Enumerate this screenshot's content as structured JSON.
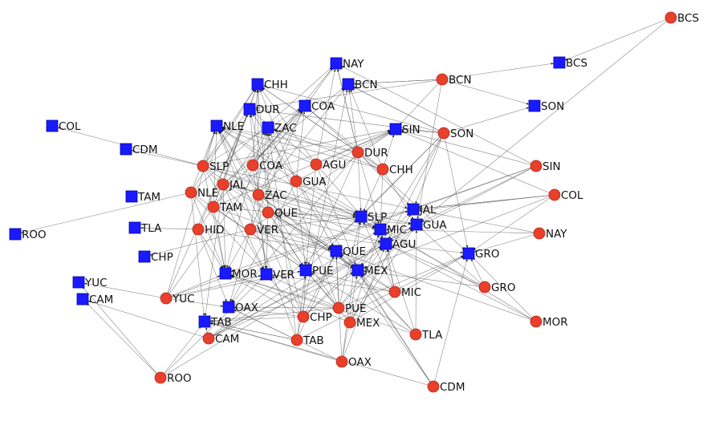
{
  "colors": {
    "circle": "#e8402b",
    "circle_stroke": "#b8271a",
    "square": "#1a1aff",
    "square_stroke": "#0000b0",
    "edge": "#555555"
  },
  "nodes": [
    {
      "id": "sq_BCS",
      "label": "BCS",
      "shape": "square"
    },
    {
      "id": "sq_NAY",
      "label": "NAY",
      "shape": "square"
    },
    {
      "id": "sq_CHH",
      "label": "CHH",
      "shape": "square"
    },
    {
      "id": "sq_BCN",
      "label": "BCN",
      "shape": "square"
    },
    {
      "id": "sq_SON",
      "label": "SON",
      "shape": "square"
    },
    {
      "id": "sq_DUR",
      "label": "DUR",
      "shape": "square"
    },
    {
      "id": "sq_COA",
      "label": "COA",
      "shape": "square"
    },
    {
      "id": "sq_COL",
      "label": "COL",
      "shape": "square"
    },
    {
      "id": "sq_NLE",
      "label": "NLE",
      "shape": "square"
    },
    {
      "id": "sq_ZAC",
      "label": "ZAC",
      "shape": "square"
    },
    {
      "id": "sq_SIN",
      "label": "SIN",
      "shape": "square"
    },
    {
      "id": "sq_CDM",
      "label": "CDM",
      "shape": "square"
    },
    {
      "id": "sq_TAM",
      "label": "TAM",
      "shape": "square"
    },
    {
      "id": "sq_JAL",
      "label": "JAL",
      "shape": "square"
    },
    {
      "id": "sq_SLP",
      "label": "SLP",
      "shape": "square"
    },
    {
      "id": "sq_MIC",
      "label": "MIC",
      "shape": "square"
    },
    {
      "id": "sq_GUA",
      "label": "GUA",
      "shape": "square"
    },
    {
      "id": "sq_ROO",
      "label": "ROO",
      "shape": "square"
    },
    {
      "id": "sq_TLA",
      "label": "TLA",
      "shape": "square"
    },
    {
      "id": "sq_AGU",
      "label": "AGU",
      "shape": "square"
    },
    {
      "id": "sq_CHP",
      "label": "CHP",
      "shape": "square"
    },
    {
      "id": "sq_QUE",
      "label": "QUE",
      "shape": "square"
    },
    {
      "id": "sq_GRO",
      "label": "GRO",
      "shape": "square"
    },
    {
      "id": "sq_MOR",
      "label": "MOR",
      "shape": "square"
    },
    {
      "id": "sq_VER",
      "label": "VER",
      "shape": "square"
    },
    {
      "id": "sq_PUE",
      "label": "PUE",
      "shape": "square"
    },
    {
      "id": "sq_MEX",
      "label": "MEX",
      "shape": "square"
    },
    {
      "id": "sq_YUC",
      "label": "YUC",
      "shape": "square"
    },
    {
      "id": "sq_CAM",
      "label": "CAM",
      "shape": "square"
    },
    {
      "id": "sq_OAX",
      "label": "OAX",
      "shape": "square"
    },
    {
      "id": "sq_TAB",
      "label": "TAB",
      "shape": "square"
    },
    {
      "id": "ci_BCS",
      "label": "BCS",
      "shape": "circle"
    },
    {
      "id": "ci_BCN",
      "label": "BCN",
      "shape": "circle"
    },
    {
      "id": "ci_SON",
      "label": "SON",
      "shape": "circle"
    },
    {
      "id": "ci_DUR",
      "label": "DUR",
      "shape": "circle"
    },
    {
      "id": "ci_AGU",
      "label": "AGU",
      "shape": "circle"
    },
    {
      "id": "ci_CHH",
      "label": "CHH",
      "shape": "circle"
    },
    {
      "id": "ci_SIN",
      "label": "SIN",
      "shape": "circle"
    },
    {
      "id": "ci_SLP",
      "label": "SLP",
      "shape": "circle"
    },
    {
      "id": "ci_COA",
      "label": "COA",
      "shape": "circle"
    },
    {
      "id": "ci_GUA",
      "label": "GUA",
      "shape": "circle"
    },
    {
      "id": "ci_JAL",
      "label": "JAL",
      "shape": "circle"
    },
    {
      "id": "ci_NLE",
      "label": "NLE",
      "shape": "circle"
    },
    {
      "id": "ci_ZAC",
      "label": "ZAC",
      "shape": "circle"
    },
    {
      "id": "ci_COL",
      "label": "COL",
      "shape": "circle"
    },
    {
      "id": "ci_TAM",
      "label": "TAM",
      "shape": "circle"
    },
    {
      "id": "ci_QUE",
      "label": "QUE",
      "shape": "circle"
    },
    {
      "id": "ci_NAY",
      "label": "NAY",
      "shape": "circle"
    },
    {
      "id": "ci_HID",
      "label": "HID",
      "shape": "circle"
    },
    {
      "id": "ci_VER",
      "label": "VER",
      "shape": "circle"
    },
    {
      "id": "ci_GRO",
      "label": "GRO",
      "shape": "circle"
    },
    {
      "id": "ci_MIC",
      "label": "MIC",
      "shape": "circle"
    },
    {
      "id": "ci_YUC",
      "label": "YUC",
      "shape": "circle"
    },
    {
      "id": "ci_PUE",
      "label": "PUE",
      "shape": "circle"
    },
    {
      "id": "ci_MOR",
      "label": "MOR",
      "shape": "circle"
    },
    {
      "id": "ci_CHP",
      "label": "CHP",
      "shape": "circle"
    },
    {
      "id": "ci_MEX",
      "label": "MEX",
      "shape": "circle"
    },
    {
      "id": "ci_TLA",
      "label": "TLA",
      "shape": "circle"
    },
    {
      "id": "ci_CAM",
      "label": "CAM",
      "shape": "circle"
    },
    {
      "id": "ci_TAB",
      "label": "TAB",
      "shape": "circle"
    },
    {
      "id": "ci_OAX",
      "label": "OAX",
      "shape": "circle"
    },
    {
      "id": "ci_ROO",
      "label": "ROO",
      "shape": "circle"
    },
    {
      "id": "ci_CDM",
      "label": "CDM",
      "shape": "circle"
    }
  ]
}
